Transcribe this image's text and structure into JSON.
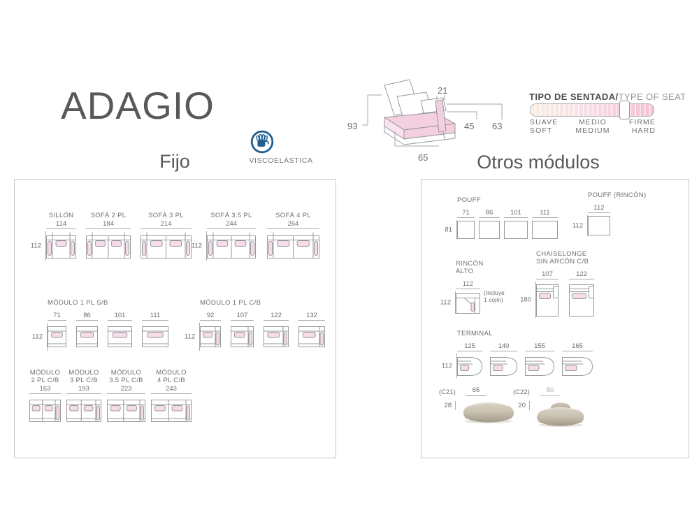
{
  "page": {
    "title": "ADAGIO",
    "left_section_title": "Fijo",
    "right_section_title": "Otros módulos"
  },
  "badge": {
    "label": "VISCOELÁSTICA"
  },
  "side_view": {
    "dims": {
      "arm_width": "21",
      "back_height": "93",
      "seat_height": "45",
      "arm_height": "63",
      "seat_depth": "65"
    }
  },
  "seat_type": {
    "title_es": "TIPO DE SENTADA/",
    "title_en": "TYPE OF SEAT",
    "scale_labels": [
      {
        "es": "SUAVE",
        "en": "SOFT"
      },
      {
        "es": "MEDIO",
        "en": "MEDIUM"
      },
      {
        "es": "FIRME",
        "en": "HARD"
      }
    ],
    "handle_percent": 76
  },
  "colors": {
    "pink": "#f6dce8",
    "pink_strong": "#f4cfe0",
    "line": "#97999c",
    "dim_line": "#a7a9ac",
    "text": "#6d6e71",
    "accent_blue": "#215e90"
  },
  "fijo": {
    "groups": [
      {
        "id": "sofas-a",
        "height": "112",
        "items": [
          {
            "label": "SILLÓN",
            "cm": "114",
            "type": "sofa",
            "seats": 1
          },
          {
            "label": "SOFÁ 2 PL",
            "cm": "184",
            "type": "sofa",
            "seats": 2
          },
          {
            "label": "SOFÁ 3 PL",
            "cm": "214",
            "type": "sofa",
            "seats": 2
          }
        ]
      },
      {
        "id": "sofas-b",
        "height": "112",
        "items": [
          {
            "label": "SOFÁ 3.5 PL",
            "cm": "244",
            "type": "sofa",
            "seats": 2
          },
          {
            "label": "SOFÁ 4 PL",
            "cm": "264",
            "type": "sofa",
            "seats": 2
          }
        ]
      },
      {
        "id": "modulo-1pl-sb",
        "title": "MÓDULO 1 PL S/B",
        "height": "112",
        "items": [
          {
            "cm": "71",
            "type": "mod"
          },
          {
            "cm": "86",
            "type": "mod"
          },
          {
            "cm": "101",
            "type": "mod"
          },
          {
            "cm": "111",
            "type": "mod"
          }
        ]
      },
      {
        "id": "modulo-1pl-cb",
        "title": "MÓDULO 1 PL C/B",
        "height": "112",
        "items": [
          {
            "cm": "92",
            "type": "modR"
          },
          {
            "cm": "107",
            "type": "modR"
          },
          {
            "cm": "122",
            "type": "modR"
          },
          {
            "cm": "132",
            "type": "modR"
          }
        ]
      },
      {
        "id": "modulo-pl-cb",
        "items": [
          {
            "label": "MÓDULO|2 PL C/B",
            "cm": "163",
            "type": "mod2R"
          },
          {
            "label": "MÓDULO|3 PL C/B",
            "cm": "193",
            "type": "mod2R"
          },
          {
            "label": "MÓDULO|3.5 PL C/B",
            "cm": "223",
            "type": "mod2R"
          },
          {
            "label": "MÓDULO|4 PL C/B",
            "cm": "243",
            "type": "mod2R"
          }
        ]
      }
    ]
  },
  "otros": {
    "groups": [
      {
        "id": "pouff",
        "title": "POUFF",
        "height": "81",
        "items": [
          {
            "cm": "71",
            "type": "pouff"
          },
          {
            "cm": "86",
            "type": "pouff"
          },
          {
            "cm": "101",
            "type": "pouff"
          },
          {
            "cm": "111",
            "type": "pouff"
          }
        ]
      },
      {
        "id": "pouff-rincon",
        "title": "POUFF (RINCÓN)",
        "height": "112",
        "items": [
          {
            "cm": "112",
            "type": "pouff"
          }
        ]
      },
      {
        "id": "rincon-alto",
        "title": "RINCÓN|ALTO",
        "height": "112",
        "note": "(Incluye|1 cojín)",
        "items": [
          {
            "cm": "112",
            "type": "corner"
          }
        ]
      },
      {
        "id": "chaiselonge",
        "title": "CHAISELONGE|SIN ARCÓN C/B",
        "height": "180",
        "items": [
          {
            "cm": "107",
            "type": "chaise"
          },
          {
            "cm": "122",
            "type": "chaise"
          }
        ]
      },
      {
        "id": "terminal",
        "title": "TERMINAL",
        "height": "112",
        "items": [
          {
            "cm": "125",
            "type": "terminal"
          },
          {
            "cm": "140",
            "type": "terminal"
          },
          {
            "cm": "155",
            "type": "terminal"
          },
          {
            "cm": "165",
            "type": "terminal"
          }
        ]
      }
    ],
    "cushions": [
      {
        "code": "(C21)",
        "width": "65",
        "height": "28",
        "type": "single"
      },
      {
        "code": "(C22)",
        "width": "50",
        "height": "20",
        "type": "double"
      }
    ]
  }
}
